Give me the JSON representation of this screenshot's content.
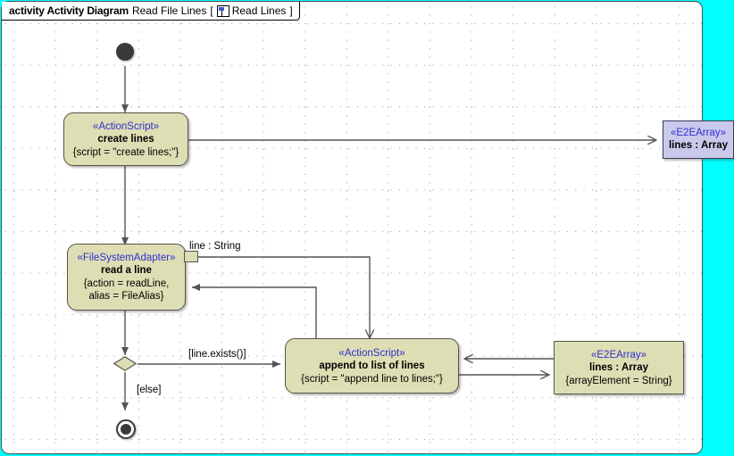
{
  "window": {
    "canvas_background": "#ffffff",
    "outside_background": "#00ffff",
    "grid": "dotted"
  },
  "header": {
    "keyword": "activity Activity Diagram",
    "diagram_name": "Read File Lines",
    "bracket_open": "[",
    "icon": "activity-diagram-icon",
    "package_label": "Read Lines",
    "bracket_close": "]"
  },
  "colors": {
    "node_fill": "#dedeb4",
    "node_border": "#55554a",
    "stereotype_text": "#2f2fd0",
    "object_fill": "#c9c9ec",
    "edge": "#555555",
    "strip": "#00ffff"
  },
  "nodes": {
    "initial": {
      "name": "initial-node"
    },
    "create_lines": {
      "stereotype": "«ActionScript»",
      "name": "create lines",
      "tagged_values": "{script = \"create lines;\"}"
    },
    "read_a_line": {
      "stereotype": "«FileSystemAdapter»",
      "name": "read a line",
      "tagged_values_line1": "{action = readLine,",
      "tagged_values_line2": "alias = FileAlias}",
      "output_pin_label": "line : String"
    },
    "append_to_list": {
      "stereotype": "«ActionScript»",
      "name": "append to list of lines",
      "tagged_values": "{script = \"append line to lines;\"}"
    },
    "lines_array_top": {
      "stereotype": "«E2EArray»",
      "name": "lines : Array"
    },
    "lines_array_bottom": {
      "stereotype": "«E2EArray»",
      "name": "lines : Array",
      "tagged_values": "{arrayElement = String}"
    },
    "decision": {
      "name": "decision-node"
    },
    "final": {
      "name": "activity-final-node"
    }
  },
  "guards": {
    "line_exists": "[line.exists()]",
    "else": "[else]"
  }
}
